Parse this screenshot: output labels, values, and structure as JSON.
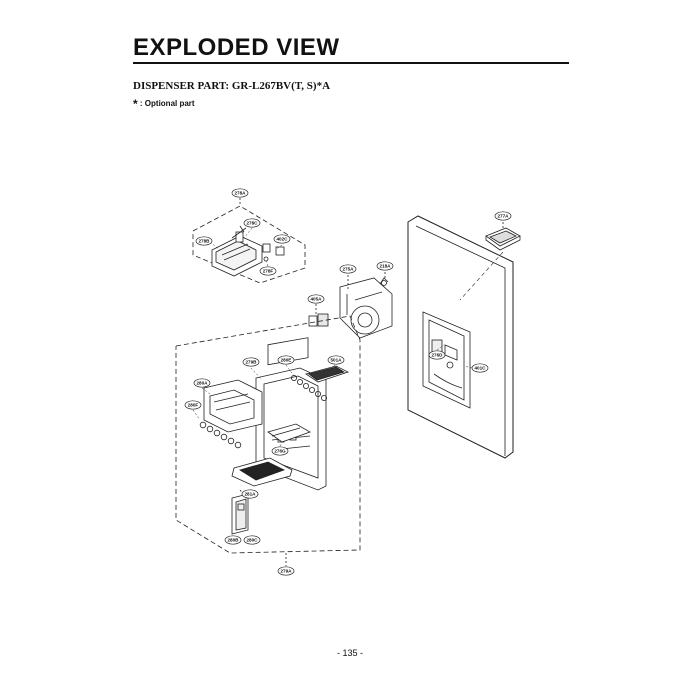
{
  "header": {
    "title": "EXPLODED VIEW",
    "subtitle": "DISPENSER PART: GR-L267BV(T, S)*A",
    "note_star": "*",
    "note_text": ": Optional part"
  },
  "part_labels": [
    {
      "id": "278A",
      "name": "part-278A-top"
    },
    {
      "id": "278C",
      "name": "part-278C"
    },
    {
      "id": "278B",
      "name": "part-278B"
    },
    {
      "id": "402C",
      "name": "part-402C"
    },
    {
      "id": "278F",
      "name": "part-278F"
    },
    {
      "id": "277A",
      "name": "part-277A"
    },
    {
      "id": "275A",
      "name": "part-275A"
    },
    {
      "id": "218A",
      "name": "part-218A"
    },
    {
      "id": "405A",
      "name": "part-405A"
    },
    {
      "id": "276D",
      "name": "part-276D"
    },
    {
      "id": "401C",
      "name": "part-401C"
    },
    {
      "id": "279B",
      "name": "part-279B"
    },
    {
      "id": "280E",
      "name": "part-280E"
    },
    {
      "id": "501A",
      "name": "part-501A"
    },
    {
      "id": "280A",
      "name": "part-280A"
    },
    {
      "id": "280F",
      "name": "part-280F"
    },
    {
      "id": "276G",
      "name": "part-276G"
    },
    {
      "id": "281A",
      "name": "part-281A"
    },
    {
      "id": "280B",
      "name": "part-280B"
    },
    {
      "id": "280C",
      "name": "part-280C"
    },
    {
      "id": "279A",
      "name": "part-279A"
    }
  ],
  "footer": {
    "page_number": "- 135 -"
  }
}
